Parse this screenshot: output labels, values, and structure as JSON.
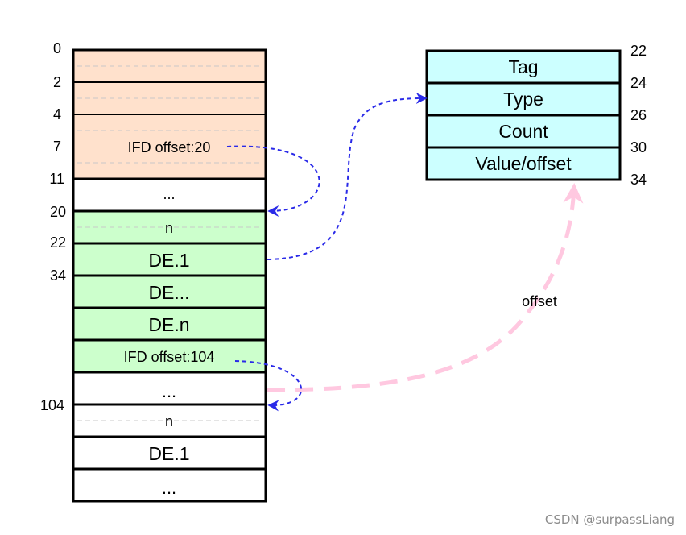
{
  "colors": {
    "header_fill": "#ffe1cc",
    "ifd_fill": "#ccffcc",
    "entry_fill": "#ccffff",
    "plain_fill": "#ffffff",
    "border": "#000000",
    "dashed_divider": "#c8c8c8",
    "pointer_arrow": "#2a2ae8",
    "offset_arrow": "#ffc8e0",
    "watermark": "#8c8c8c"
  },
  "file_layout": {
    "offset_labels": [
      "0",
      "2",
      "4",
      "7",
      "11",
      "20",
      "22",
      "34",
      "104"
    ],
    "header_ifd_offset": "IFD offset:20",
    "gap_1": "...",
    "ifd1_count": "n",
    "ifd1_entry_first": "DE.1",
    "ifd1_entry_middle": "DE...",
    "ifd1_entry_last": "DE.n",
    "ifd1_next_offset": "IFD offset:104",
    "gap_2": "...",
    "ifd2_count": "n",
    "ifd2_entry_first": "DE.1",
    "tail": "..."
  },
  "directory_entry": {
    "fields": [
      "Tag",
      "Type",
      "Count",
      "Value/offset"
    ],
    "byte_offsets": [
      "22",
      "24",
      "26",
      "30",
      "34"
    ]
  },
  "arrows": {
    "offset_label": "offset"
  },
  "watermark": "CSDN @surpassLiang"
}
